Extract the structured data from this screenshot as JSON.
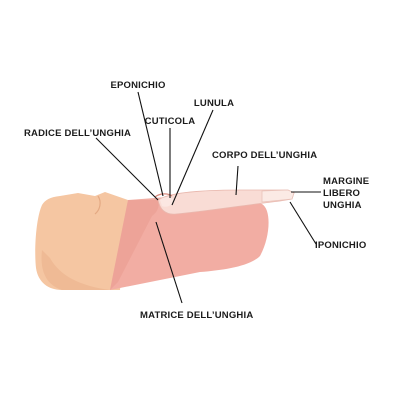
{
  "diagram": {
    "labels": {
      "eponichio": "EPONICHIO",
      "lunula": "LUNULA",
      "cuticola": "CUTICOLA",
      "radice": "RADICE DELL’UNGHIA",
      "corpo": "CORPO DELL’UNGHIA",
      "margine_1": "MARGINE",
      "margine_2": "LIBERO",
      "margine_3": "UNGHIA",
      "iponichio": "IPONICHIO",
      "matrice": "MATRICE DELL’UNGHIA"
    },
    "colors": {
      "skin": "#f5c6a2",
      "skin_shadow": "#eab18b",
      "nail_bed": "#f2ada3",
      "nail_bed_dark": "#e99a90",
      "nail_plate": "#f9dcd5",
      "nail_plate_edge": "#fbeae5",
      "line": "#111111"
    }
  }
}
